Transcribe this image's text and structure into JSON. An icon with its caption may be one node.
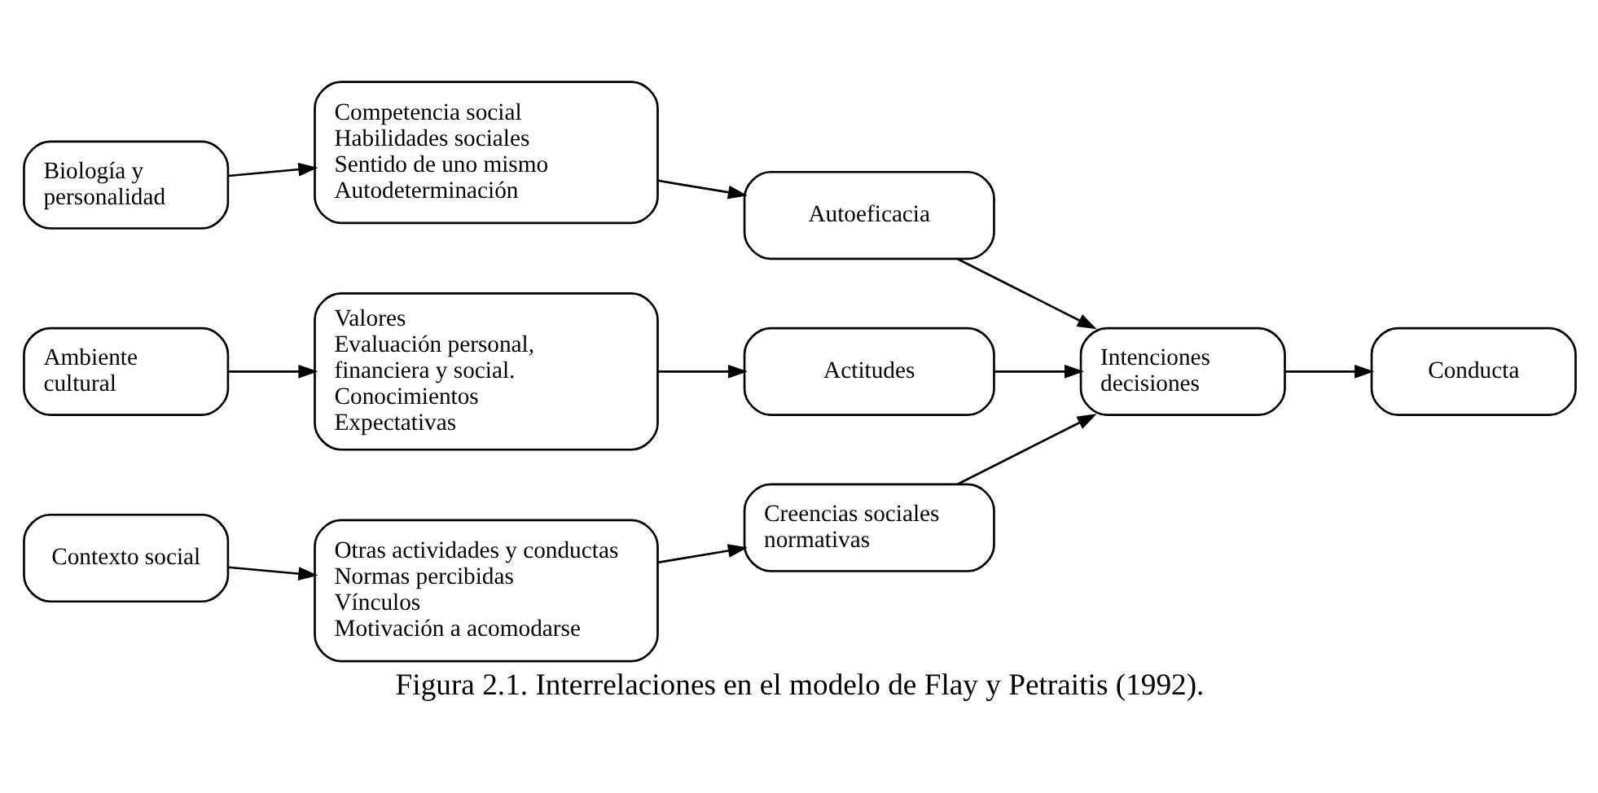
{
  "diagram": {
    "caption": "Figura 2.1. Interrelaciones en el modelo de Flay y Petraitis (1992).",
    "nodes": [
      {
        "text": [
          "Biología y personalidad"
        ]
      },
      {
        "text": [
          "Competencia social",
          "Habilidades sociales",
          "Sentido de uno mismo",
          "Autodeterminación"
        ]
      },
      {
        "text": [
          "Autoeficacia"
        ]
      },
      {
        "text": [
          "Ambiente cultural"
        ]
      },
      {
        "text": [
          "Valores",
          "Evaluación personal, financiera y social.",
          "Conocimientos",
          "Expectativas"
        ]
      },
      {
        "text": [
          "Actitudes"
        ]
      },
      {
        "text": [
          "Intenciones decisiones"
        ]
      },
      {
        "text": [
          "Conducta"
        ]
      },
      {
        "text": [
          "Contexto social"
        ]
      },
      {
        "text": [
          "Otras actividades y conductas",
          "Normas percibidas",
          "Vínculos",
          "Motivación a acomodarse"
        ]
      },
      {
        "text": [
          "Creencias sociales normativas"
        ]
      }
    ],
    "edges": [
      {
        "from": 0,
        "to": 1,
        "arrow": "to"
      },
      {
        "from": 1,
        "to": 2,
        "arrow": "to"
      },
      {
        "from": 2,
        "to": 6,
        "arrow": "to"
      },
      {
        "from": 3,
        "to": 4,
        "arrow": "to"
      },
      {
        "from": 4,
        "to": 5,
        "arrow": "to"
      },
      {
        "from": 5,
        "to": 6,
        "arrow": "to"
      },
      {
        "from": 6,
        "to": 7,
        "arrow": "to"
      },
      {
        "from": 8,
        "to": 9,
        "arrow": "to"
      },
      {
        "from": 9,
        "to": 10,
        "arrow": "to"
      },
      {
        "from": 10,
        "to": 6,
        "arrow": "to"
      }
    ]
  }
}
